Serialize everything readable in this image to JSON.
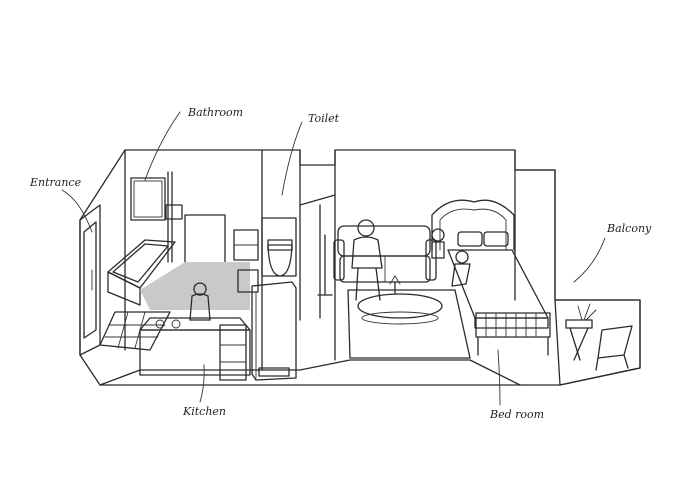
{
  "labels": {
    "entrance": "Entrance",
    "bathroom": "Bathroom",
    "toilet": "Toilet",
    "kitchen": "Kitchen",
    "bedroom": "Bed room",
    "balcony": "Balcony"
  },
  "colors": {
    "ink": "#2b2b2b",
    "sofa": "#b39a88",
    "bed": "#f0a040",
    "pillow": "#4b4b9a",
    "floor_gray": "#c9c9c9",
    "tub": "#a8c4dc",
    "rug": "#ffffff"
  }
}
